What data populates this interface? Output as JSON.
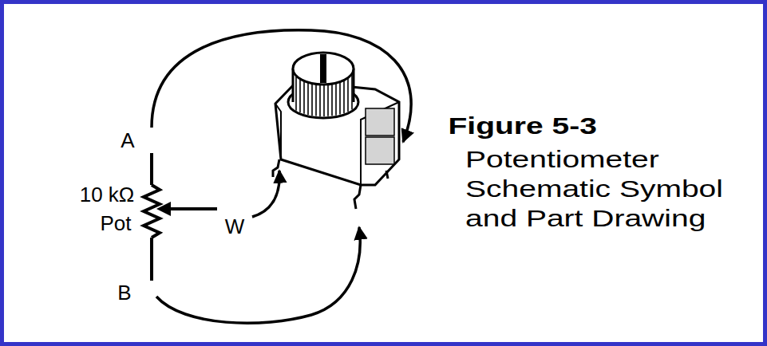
{
  "diagram": {
    "labels": [
      "A",
      "10 kΩ",
      "Pot",
      "W",
      "B",
      "Figure 5-3",
      "Potentiometer Schematic Symbol and Part Drawing"
    ]
  }
}
